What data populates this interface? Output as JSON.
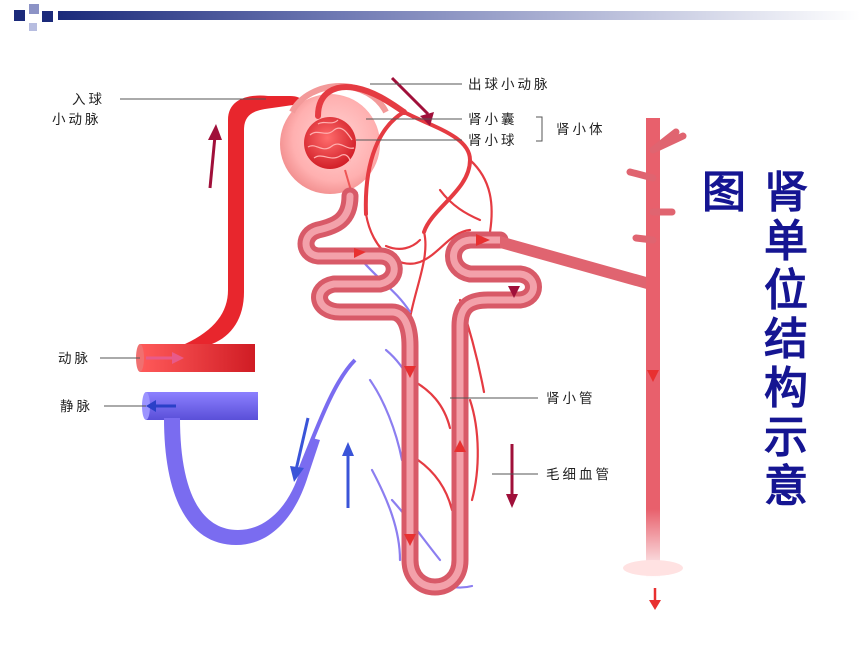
{
  "labels": {
    "afferent_line1": "入球",
    "afferent_line2": "小动脉",
    "efferent": "出球小动脉",
    "capsule": "肾小囊",
    "glomerulus": "肾小球",
    "corpuscle": "肾小体",
    "artery": "动脉",
    "vein": "静脉",
    "tubule": "肾小管",
    "capillary": "毛细血管"
  },
  "title": {
    "tu": "图",
    "chars": [
      "肾",
      "单",
      "位",
      "结",
      "构",
      "示",
      "意"
    ]
  },
  "colors": {
    "artery_red": "#e8262d",
    "tubule_pink": "#e06470",
    "vein_blue": "#6f62e6",
    "arrow_dark": "#a0103a",
    "title_blue": "#151592",
    "bar_blue": "#1b2a7a"
  }
}
